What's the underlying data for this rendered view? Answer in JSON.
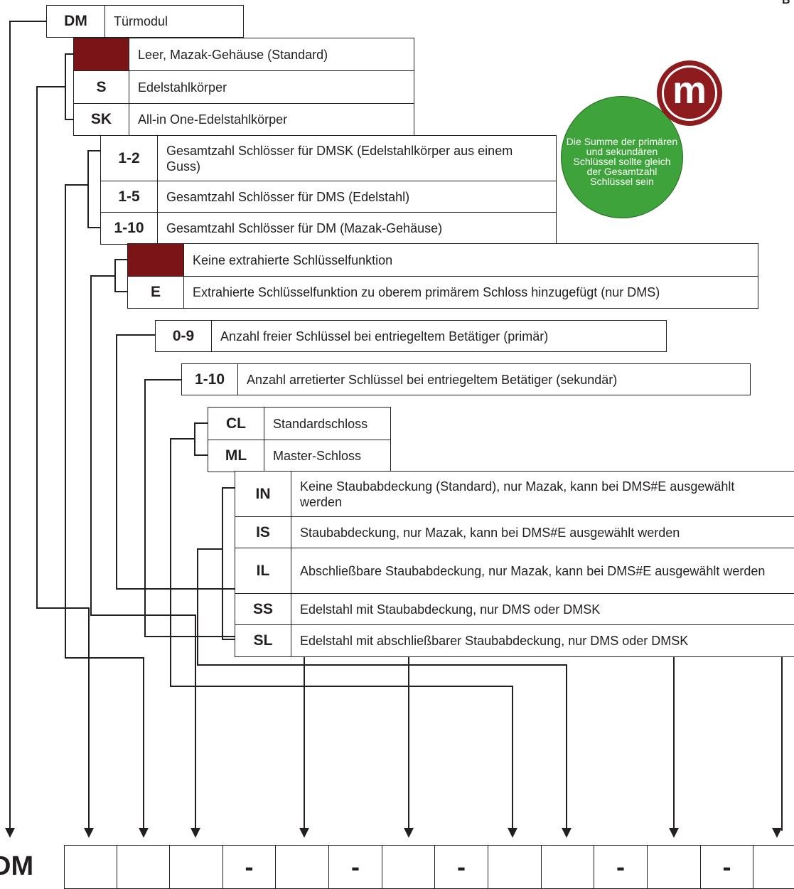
{
  "header": {
    "code": "DM",
    "label": "Türmodul"
  },
  "housing": [
    {
      "code": "",
      "label": "Leer, Mazak-Gehäuse (Standard)",
      "color": "#7b1416"
    },
    {
      "code": "S",
      "label": "Edelstahlkörper"
    },
    {
      "code": "SK",
      "label": "All-in One-Edelstahlkörper"
    }
  ],
  "locks_total": [
    {
      "code": "1-2",
      "label": "Gesamtzahl Schlösser für DMSK (Edelstahlkörper aus einem Guss)"
    },
    {
      "code": "1-5",
      "label": "Gesamtzahl Schlösser für DMS (Edelstahl)"
    },
    {
      "code": "1-10",
      "label": "Gesamtzahl Schlösser für DM (Mazak-Gehäuse)"
    }
  ],
  "extra_key": [
    {
      "code": "",
      "label": "Keine extrahierte Schlüsselfunktion",
      "color": "#7b1416"
    },
    {
      "code": "E",
      "label": "Extrahierte Schlüsselfunktion zu oberem primärem Schloss hinzugefügt (nur DMS)"
    }
  ],
  "free_keys": {
    "code": "0-9",
    "label": "Anzahl freier Schlüssel bei entriegeltem Betätiger (primär)"
  },
  "trapped_keys": {
    "code": "1-10",
    "label": "Anzahl arretierter Schlüssel bei entriegeltem Betätiger (sekundär)"
  },
  "lock_type": [
    {
      "code": "CL",
      "label": "Standardschloss"
    },
    {
      "code": "ML",
      "label": "Master-Schloss"
    }
  ],
  "dust_cover": [
    {
      "code": "IN",
      "label": "Keine Staubabdeckung (Standard), nur Mazak, kann bei DMS#E ausgewählt werden"
    },
    {
      "code": "IS",
      "label": "Staubabdeckung, nur Mazak, kann bei DMS#E ausgewählt werden"
    },
    {
      "code": "IL",
      "label": "Abschließbare Staubabdeckung, nur Mazak, kann bei DMS#E ausgewählt werden"
    },
    {
      "code": "SS",
      "label": "Edelstahl mit Staubabdeckung, nur DMS oder DMSK"
    },
    {
      "code": "SL",
      "label": "Edelstahl mit abschließbarer Staubabdeckung, nur DMS oder DMSK"
    }
  ],
  "note": {
    "text": "Die Summe der primären und sekundären Schlüssel sollte gleich der Gesamtzahl Schlüssel sein",
    "color": "#3ea33b"
  },
  "logo": {
    "letter": "m",
    "color": "#8e1c1e"
  },
  "order_code": {
    "prefix": "DM",
    "separators": [
      "-",
      "-",
      "-",
      "-",
      "-"
    ]
  },
  "corner_letter": "B"
}
